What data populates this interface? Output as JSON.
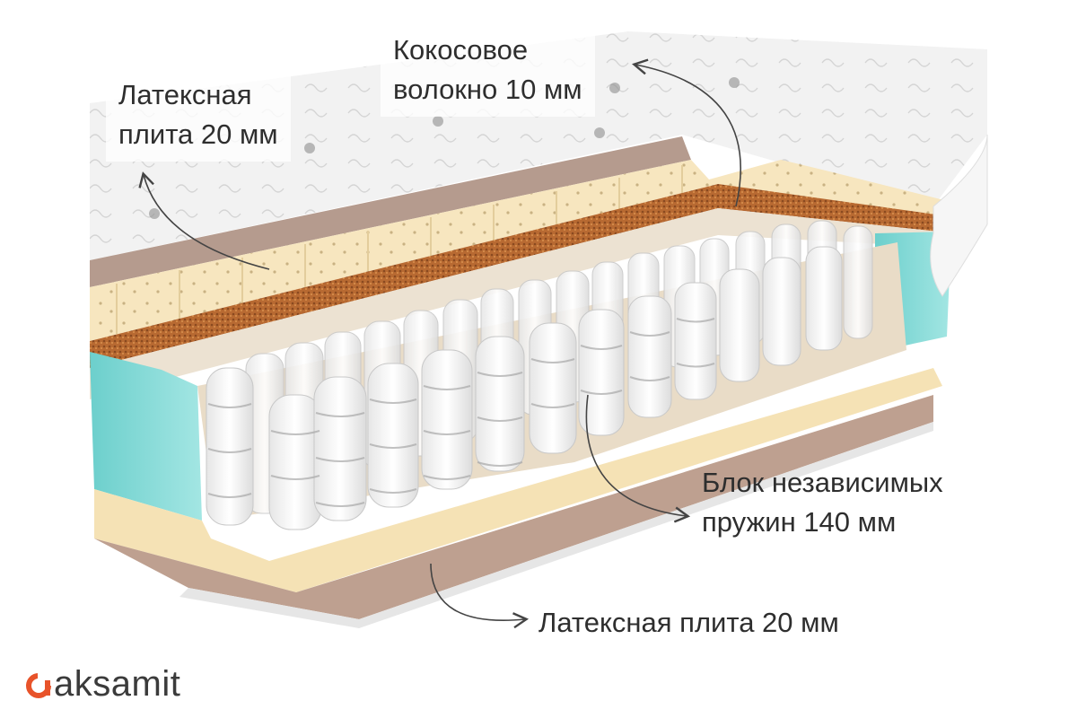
{
  "labels": {
    "top_left": [
      "Латексная",
      "плита 20 мм"
    ],
    "top_center": [
      "Кокосовое",
      "волокно 10 мм"
    ],
    "springs": [
      "Блок независимых",
      "пружин 140 мм"
    ],
    "bottom": "Латексная плита  20 мм"
  },
  "logo": {
    "text": "aksamit",
    "color": "#e8532a"
  },
  "colors": {
    "cover": "#f3f3f3",
    "latex": "#f7e6bf",
    "coconut": "#b86a32",
    "brown_layer": "#b59b8e",
    "foam_side": "#7fd6d3",
    "springs": "#ffffff"
  }
}
